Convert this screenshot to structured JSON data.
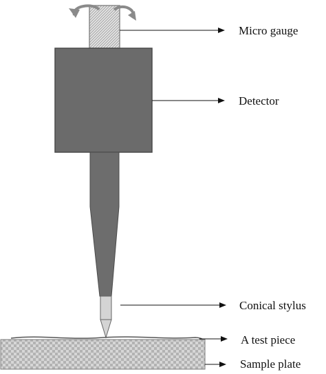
{
  "labels": {
    "micro_gauge": "Micro gauge",
    "detector": "Detector",
    "conical_stylus": "Conical stylus",
    "test_piece": "A test piece",
    "sample_plate": "Sample plate"
  },
  "colors": {
    "detector": "#6b6b6b",
    "detector_border": "#4a4a4a",
    "stem": "#6d6d6d",
    "gauge_hatch": "#9a9a9a",
    "stylus_tip": "#d4d4d4",
    "plate_checker": "#bdbdbd",
    "line": "#111111"
  }
}
